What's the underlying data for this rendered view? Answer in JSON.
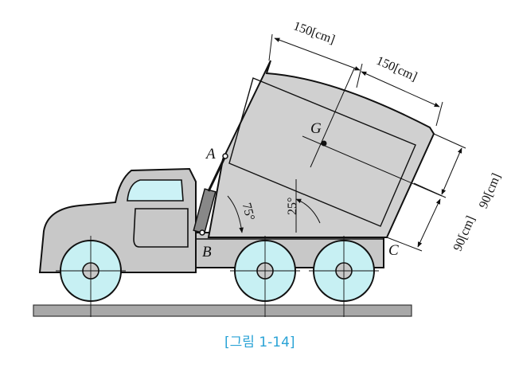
{
  "labels": {
    "point_a": "A",
    "point_b": "B",
    "point_c": "C",
    "point_g": "G"
  },
  "angles": {
    "cylinder_angle": "75°",
    "bed_angle": "25°"
  },
  "dimensions": {
    "length_left": "150[cm]",
    "length_right": "150[cm]",
    "height_upper": "90[cm]",
    "height_lower": "90[cm]"
  },
  "caption": "[그림 1-14]",
  "colors": {
    "body_fill": "#c8c8c8",
    "bed_fill": "#d0d0d0",
    "wheel_fill": "#c7f0f3",
    "window_fill": "#ccf2f6",
    "ground_fill": "#a8a8a8",
    "caption_color": "#2aa3d6"
  }
}
